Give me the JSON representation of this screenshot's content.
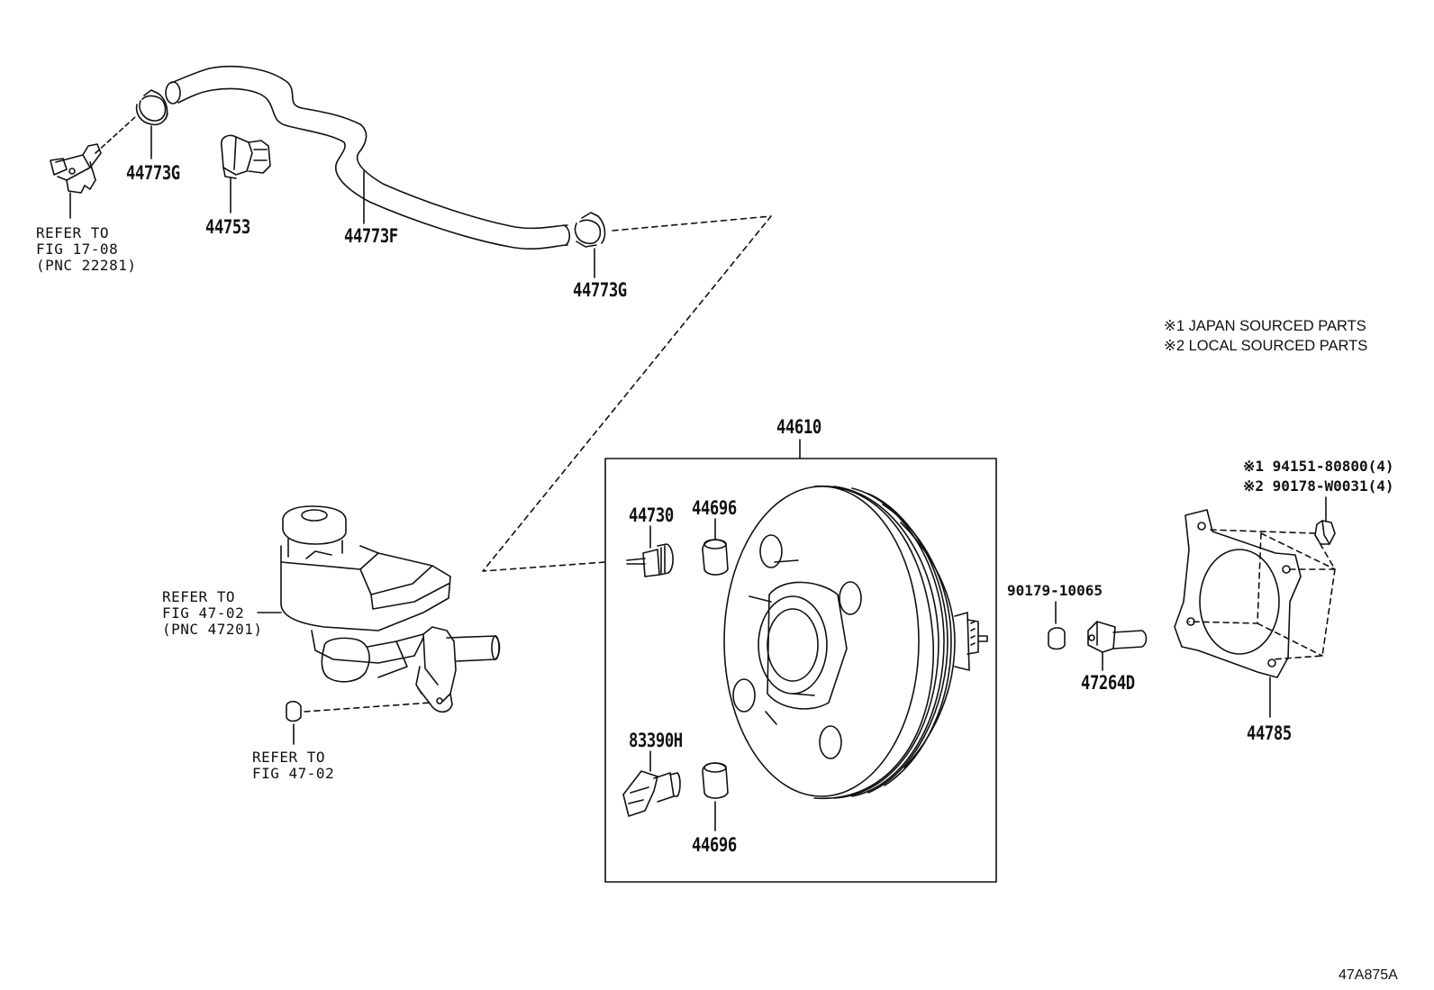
{
  "parts": {
    "p44773G_top": "44773G",
    "p44753": "44753",
    "p44773F": "44773F",
    "p44773G_bottom": "44773G",
    "p44610": "44610",
    "p44730": "44730",
    "p44696_top": "44696",
    "p44696_bottom": "44696",
    "p83390H": "83390H",
    "p90179": "90179-10065",
    "p47264D": "47264D",
    "p44785": "44785"
  },
  "refs": {
    "ref_fig17": "REFER TO\nFIG 17-08\n(PNC 22281)",
    "ref_fig47_master": "REFER TO\nFIG 47-02\n(PNC 47201)",
    "ref_fig47_cap": "REFER TO\nFIG 47-02"
  },
  "notes": {
    "japan": "※1 JAPAN SOURCED PARTS",
    "local": "※2 LOCAL SOURCED PARTS",
    "nut1": "※1 94151-80800(4)",
    "nut2": "※2 90178-W0031(4)"
  },
  "illustration_code": "47A875A"
}
